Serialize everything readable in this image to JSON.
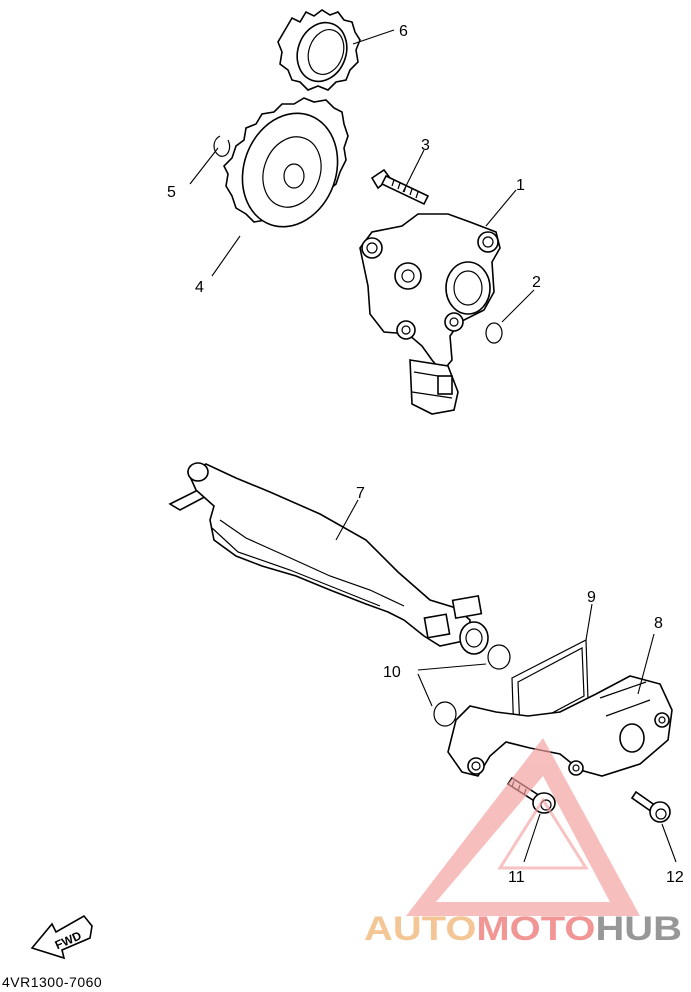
{
  "diagram": {
    "callouts": [
      {
        "id": "6",
        "label": "6"
      },
      {
        "id": "3",
        "label": "3"
      },
      {
        "id": "1",
        "label": "1"
      },
      {
        "id": "5",
        "label": "5"
      },
      {
        "id": "2",
        "label": "2"
      },
      {
        "id": "4",
        "label": "4"
      },
      {
        "id": "7",
        "label": "7"
      },
      {
        "id": "9",
        "label": "9"
      },
      {
        "id": "8",
        "label": "8"
      },
      {
        "id": "10",
        "label": "10"
      },
      {
        "id": "11",
        "label": "11"
      },
      {
        "id": "12",
        "label": "12"
      }
    ],
    "fwd_label": "FWD",
    "diagram_code": "4VR1300-7060"
  },
  "watermark": {
    "part1": "AUTO",
    "part2": "MOTO",
    "part3": "HUB",
    "colors": {
      "auto": "#f5c08a",
      "moto": "#f08a8a",
      "hub": "#8c8c8c",
      "triangle": "#f4a0a0"
    }
  }
}
